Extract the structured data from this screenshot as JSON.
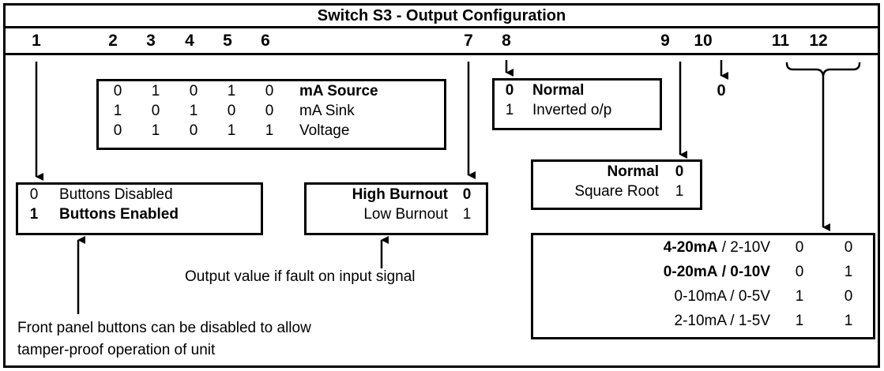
{
  "title": "Switch S3 - Output Configuration",
  "switch_numbers": [
    "1",
    "2",
    "3",
    "4",
    "5",
    "6",
    "7",
    "8",
    "9",
    "10",
    "11",
    "12"
  ],
  "output_type_table": {
    "rows": [
      {
        "bits": [
          "0",
          "1",
          "0",
          "1",
          "0"
        ],
        "label": "mA Source",
        "bold": true
      },
      {
        "bits": [
          "1",
          "0",
          "1",
          "0",
          "0"
        ],
        "label": "mA Sink",
        "bold": false
      },
      {
        "bits": [
          "0",
          "1",
          "0",
          "1",
          "1"
        ],
        "label": "Voltage",
        "bold": false
      }
    ]
  },
  "inversion_table": {
    "rows": [
      {
        "bit": "0",
        "label": "Normal",
        "bold": true
      },
      {
        "bit": "1",
        "label": "Inverted o/p",
        "bold": false
      }
    ]
  },
  "buttons_table": {
    "rows": [
      {
        "bit": "0",
        "label": "Buttons Disabled",
        "bold": false
      },
      {
        "bit": "1",
        "label": "Buttons Enabled",
        "bold": true
      }
    ]
  },
  "burnout_table": {
    "rows": [
      {
        "label": "High Burnout",
        "bit": "0",
        "bold": true
      },
      {
        "label": "Low Burnout",
        "bit": "1",
        "bold": false
      }
    ]
  },
  "linearisation_table": {
    "rows": [
      {
        "label": "Normal",
        "bit": "0",
        "bold": true
      },
      {
        "label": "Square Root",
        "bit": "1",
        "bold": false
      }
    ]
  },
  "range_table": {
    "rows": [
      {
        "current": "4-20mA",
        "current_bold": true,
        "sep": "/",
        "sep_bold": false,
        "voltage": "2-10V",
        "voltage_bold": false,
        "bit1": "0",
        "bit2": "0"
      },
      {
        "current": "0-20mA",
        "current_bold": true,
        "sep": "/",
        "sep_bold": true,
        "voltage": "0-10V",
        "voltage_bold": true,
        "bit1": "0",
        "bit2": "1"
      },
      {
        "current": "0-10mA",
        "current_bold": false,
        "sep": "/",
        "sep_bold": false,
        "voltage": "0-5V",
        "voltage_bold": false,
        "bit1": "1",
        "bit2": "0"
      },
      {
        "current": "2-10mA",
        "current_bold": false,
        "sep": "/",
        "sep_bold": false,
        "voltage": "1-5V",
        "voltage_bold": false,
        "bit1": "1",
        "bit2": "1"
      }
    ]
  },
  "standalone_values": {
    "position_10": "0"
  },
  "notes": {
    "fault_note": "Output value if fault on input signal",
    "buttons_note_line1": "Front panel buttons can be disabled to allow",
    "buttons_note_line2": "tamper-proof operation of unit"
  },
  "colors": {
    "ink": "#000000",
    "paper": "#ffffff"
  }
}
